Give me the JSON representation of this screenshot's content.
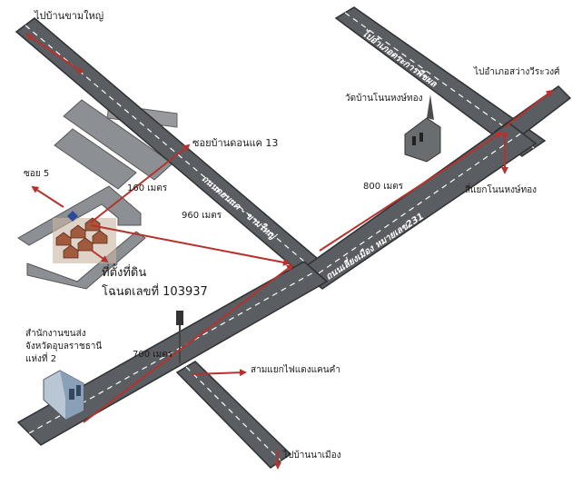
{
  "labels": {
    "to_ban_kham_yai": "ไปบ้านขามใหญ่",
    "soi_ban_non_khae": "ซอยบ้านดอนแค 13",
    "soi_5": "ซอย 5",
    "dist_160": "160 เมตร",
    "dist_960": "960 เมตร",
    "dist_800": "800 เมตร",
    "dist_700": "700 เมตร",
    "plot_line1": "ที่ตั้งที่ดิน",
    "plot_line2": "โฉนดเลขที่ 103937",
    "temple": "วัดบ้านโนนหงษ์ทอง",
    "to_sawang": "ไปอำเภอสว่างวีระวงศ์",
    "junction_non_hong": "สี่แยกโนนหงษ์ทอง",
    "transport_office_1": "สำนักงานขนส่ง",
    "transport_office_2": "จังหวัดอุบลราชธานี",
    "transport_office_3": "แห่งที่ 2",
    "three_way_junction": "สามแยกไฟแดงแคนคำ",
    "to_ban_na_mueang": "ไปบ้านนาเมือง"
  },
  "roads": {
    "road_north": "ไปอำเภอตระการพืชผล",
    "road_kham_yai": "ถนนดอนแค - ขามใหญ่",
    "road_231_upper": "ถนนเลี่ยงเมือง หมายเลข231",
    "road_231_lower": "ถนนเลี่ยงเมือง หมายเลข231"
  },
  "colors": {
    "road": "#5a5d61",
    "road_edge": "#2f3133",
    "lane": "#ffffff",
    "arrow": "#b5332e",
    "block": "#8c8f93"
  }
}
